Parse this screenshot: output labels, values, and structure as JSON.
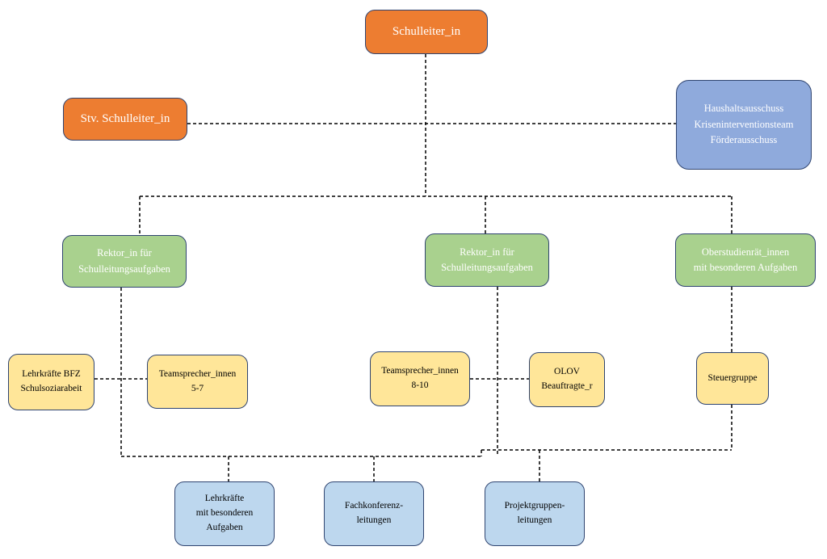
{
  "nodes": {
    "head": {
      "lines": [
        "Schulleiter_in"
      ],
      "color": "#ed7d31"
    },
    "deputy": {
      "lines": [
        "Stv. Schulleiter_in"
      ],
      "color": "#ed7d31"
    },
    "committees": {
      "lines": [
        "Haushaltsausschuss",
        "Kriseninterventionsteam",
        "Förderausschuss"
      ],
      "color": "#8faadc"
    },
    "rektor_left": {
      "lines": [
        "Rektor_in für",
        "Schulleitungsaufgaben"
      ],
      "color": "#a9d18e"
    },
    "rektor_middle": {
      "lines": [
        "Rektor_in für",
        "Schulleitungsaufgaben"
      ],
      "color": "#a9d18e"
    },
    "oberstudienrat": {
      "lines": [
        "Oberstudienrät_innen",
        "mit besonderen Aufgaben"
      ],
      "color": "#a9d18e"
    },
    "lehrkraefte_bfz": {
      "lines": [
        "Lehrkräfte BFZ",
        "Schulsoziarabeit"
      ],
      "color": "#ffe699"
    },
    "teamsprecher_5_7": {
      "lines": [
        "Teamsprecher_innen",
        "5-7"
      ],
      "color": "#ffe699"
    },
    "teamsprecher_8_10": {
      "lines": [
        "Teamsprecher_innen",
        "8-10"
      ],
      "color": "#ffe699"
    },
    "olov": {
      "lines": [
        "OLOV",
        "Beauftragte_r"
      ],
      "color": "#ffe699"
    },
    "steuergruppe": {
      "lines": [
        "Steuergruppe"
      ],
      "color": "#ffe699"
    },
    "lehrkraefte_aufgaben": {
      "lines": [
        "Lehrkräfte",
        "mit besonderen",
        "Aufgaben"
      ],
      "color": "#bdd7ee"
    },
    "fachkonferenz": {
      "lines": [
        "Fachkonferenz-",
        "leitungen"
      ],
      "color": "#bdd7ee"
    },
    "projektgruppen": {
      "lines": [
        "Projektgruppen-",
        "leitungen"
      ],
      "color": "#bdd7ee"
    }
  }
}
